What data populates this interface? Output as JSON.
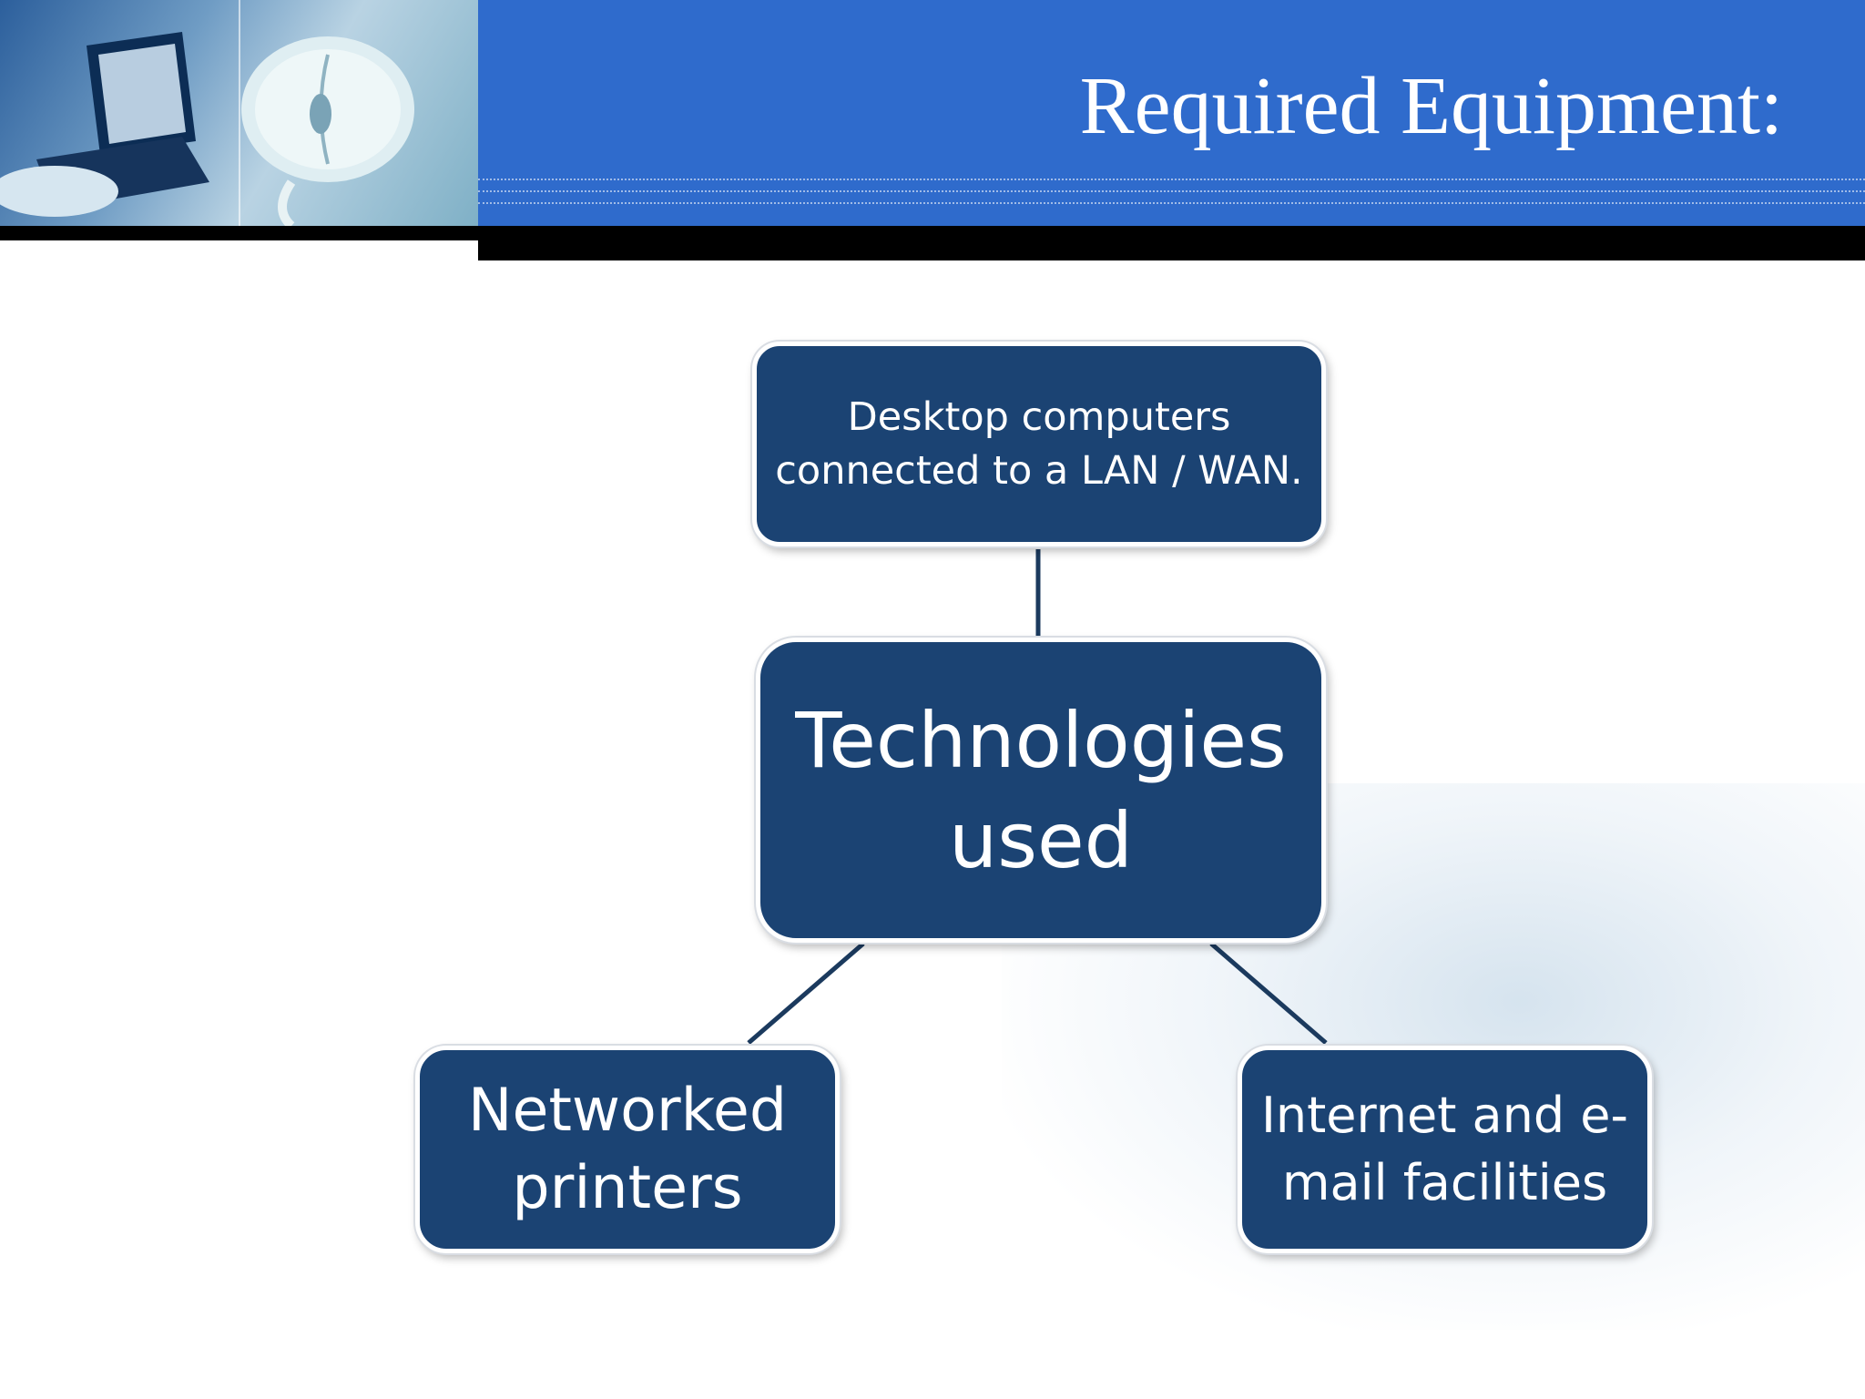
{
  "header": {
    "title": "Required Equipment:",
    "band_color": "#2f6bcc"
  },
  "diagram": {
    "node_color": "#1b4373",
    "connector_color": "#1b3a5e",
    "center": {
      "label": "Technologies used"
    },
    "top": {
      "label": "Desktop computers connected to a LAN / WAN."
    },
    "bottom_left": {
      "label": "Networked printers"
    },
    "bottom_right": {
      "label": "Internet and e-mail facilities"
    }
  }
}
